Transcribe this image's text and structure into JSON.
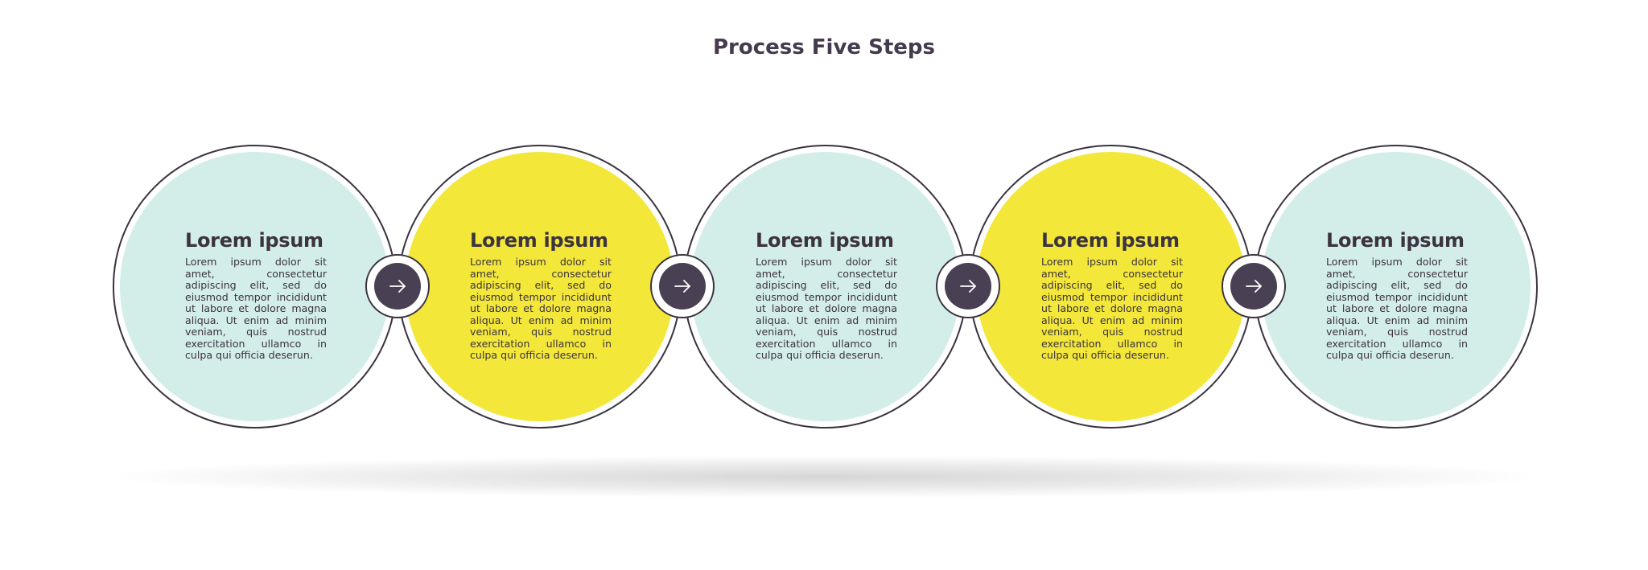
{
  "title": "Process Five Steps",
  "colors": {
    "teal": "#d3ede8",
    "yellow": "#f3e739",
    "dark": "#4a4054",
    "outline": "#3b3340"
  },
  "steps": [
    {
      "heading": "Lorem ipsum",
      "body": "Lorem ipsum dolor sit amet, consectetur adipiscing elit, sed do eiusmod tempor incididunt ut labore et dolore magna aliqua. Ut enim ad minim veniam, quis nostrud exercitation ullamco in culpa qui officia deserun."
    },
    {
      "heading": "Lorem ipsum",
      "body": "Lorem ipsum dolor sit amet, consectetur adipiscing elit, sed do eiusmod tempor incididunt ut labore et dolore magna aliqua. Ut enim ad minim veniam, quis nostrud exercitation ullamco in culpa qui officia deserun."
    },
    {
      "heading": "Lorem ipsum",
      "body": "Lorem ipsum dolor sit amet, consectetur adipiscing elit, sed do eiusmod tempor incididunt ut labore et dolore magna aliqua. Ut enim ad minim veniam, quis nostrud exercitation ullamco in culpa qui officia deserun."
    },
    {
      "heading": "Lorem ipsum",
      "body": "Lorem ipsum dolor sit amet, consectetur adipiscing elit, sed do eiusmod tempor incididunt ut labore et dolore magna aliqua. Ut enim ad minim veniam, quis nostrud exercitation ullamco in culpa qui officia deserun."
    },
    {
      "heading": "Lorem ipsum",
      "body": "Lorem ipsum dolor sit amet, consectetur adipiscing elit, sed do eiusmod tempor incididunt ut labore et dolore magna aliqua. Ut enim ad minim veniam, quis nostrud exercitation ullamco in culpa qui officia deserun."
    }
  ],
  "connectors": [
    {
      "icon": "arrow-right-icon"
    },
    {
      "icon": "arrow-right-icon"
    },
    {
      "icon": "arrow-right-icon"
    },
    {
      "icon": "arrow-right-icon"
    }
  ]
}
